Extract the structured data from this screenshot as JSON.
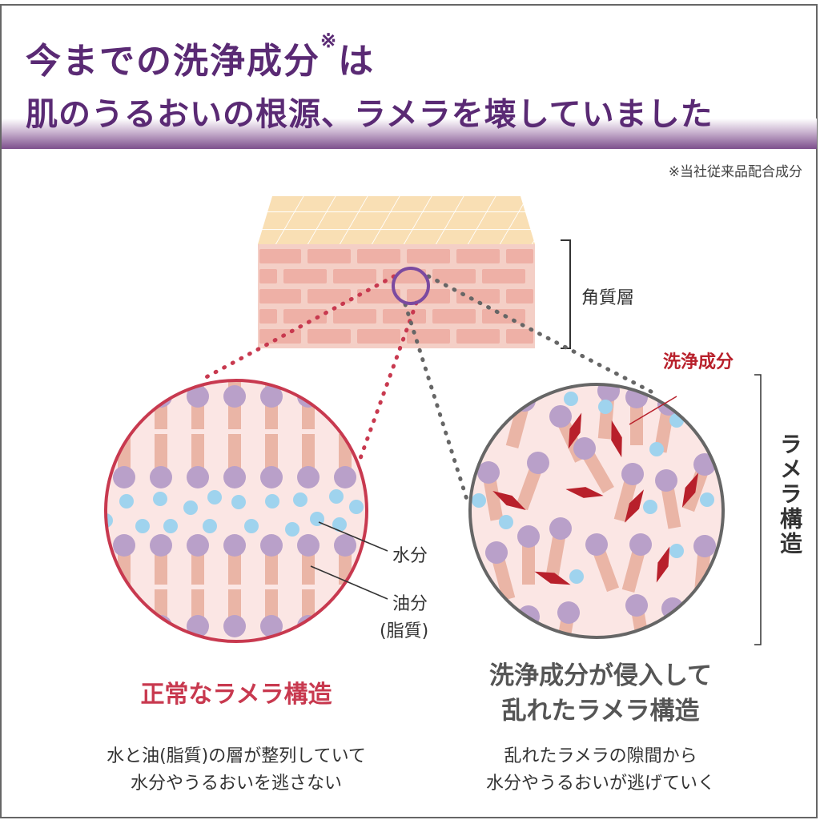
{
  "header": {
    "title_line1": "今までの洗浄成分",
    "title_mark": "※",
    "title_line1_end": "は",
    "title_line2": "肌のうるおいの根源、ラメラを壊していました",
    "footnote": "※当社従来品配合成分"
  },
  "diagram": {
    "stratum_label": "角質層",
    "cleanser_label": "洗浄成分",
    "lamella_label": "ラメラ構造",
    "water_label": "水分",
    "oil_label": "油分",
    "oil_sub_label": "(脂質)"
  },
  "left": {
    "caption": "正常なラメラ構造",
    "desc_line1": "水と油(脂質)の層が整列していて",
    "desc_line2": "水分やうるおいを逃さない"
  },
  "right": {
    "caption_line1": "洗浄成分が侵入して",
    "caption_line2": "乱れたラメラ構造",
    "desc_line1": "乱れたラメラの隙間から",
    "desc_line2": "水分やうるおいが逃げていく"
  },
  "colors": {
    "title": "#5a2a74",
    "normal": "#c8394f",
    "damaged": "#666666",
    "cleanser": "#b8202b",
    "head": "#b9a0c9",
    "tail": "#eab5a6",
    "water": "#9fd3ee"
  }
}
